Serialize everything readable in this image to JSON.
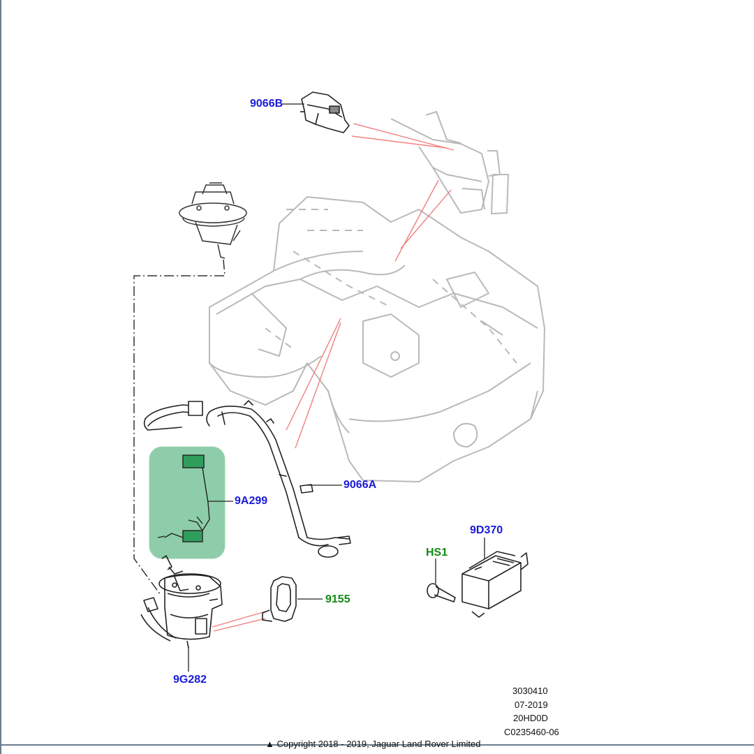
{
  "diagram": {
    "callouts": [
      {
        "id": "9066B",
        "label": "9066B",
        "color": "#1a1adc"
      },
      {
        "id": "9066A",
        "label": "9066A",
        "color": "#1a1adc"
      },
      {
        "id": "9A299",
        "label": "9A299",
        "color": "#1a1adc"
      },
      {
        "id": "9D370",
        "label": "9D370",
        "color": "#1a1adc"
      },
      {
        "id": "HS1",
        "label": "HS1",
        "color": "#138a13"
      },
      {
        "id": "9155",
        "label": "9155",
        "color": "#138a13"
      },
      {
        "id": "9G282",
        "label": "9G282",
        "color": "#1a1adc"
      }
    ],
    "highlight_color": "#5db884",
    "stamp": {
      "line1": "3030410",
      "line2": "07-2019",
      "line3": "20HD0D",
      "line4": "C0235460-06"
    },
    "copyright": "▲ Copyright 2018 - 2019, Jaguar Land Rover Limited"
  },
  "colors": {
    "part_number_blue": "#1a1adc",
    "part_number_green": "#138a13",
    "leader_red": "#f08080",
    "faded_outline": "#b9b9b9",
    "part_outline": "#222222"
  }
}
